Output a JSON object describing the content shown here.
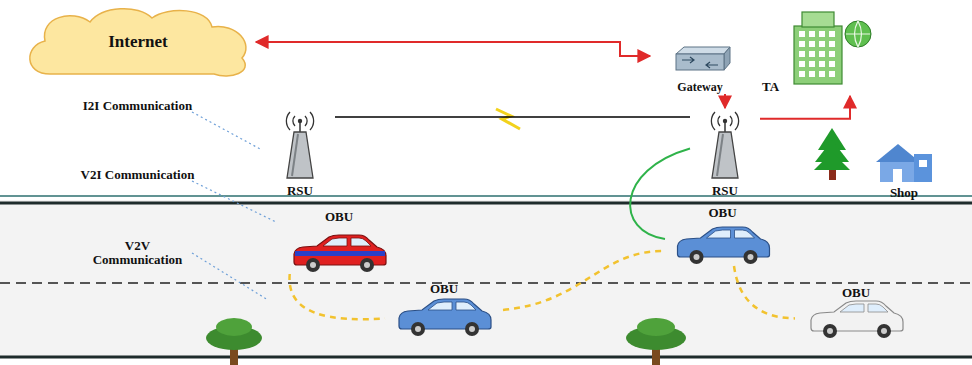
{
  "diagram": {
    "nodes": [
      {
        "text": [
          "Internet"
        ]
      },
      {
        "text": [
          "Gateway"
        ]
      },
      {
        "text": [
          "TA"
        ]
      },
      {
        "text": [
          "RSU"
        ]
      },
      {
        "text": [
          "RSU"
        ]
      },
      {
        "text": [
          "Shop"
        ]
      },
      {
        "text": [
          "OBU"
        ]
      },
      {
        "text": [
          "OBU"
        ]
      },
      {
        "text": [
          "OBU"
        ]
      },
      {
        "text": [
          "OBU"
        ]
      }
    ],
    "edges": [
      {
        "from": 0,
        "to": 1,
        "arrow": "both"
      },
      {
        "from": 1,
        "to": 4,
        "arrow": "to"
      },
      {
        "from": 4,
        "to": 2,
        "arrow": "to"
      },
      {
        "from": 3,
        "to": 4,
        "arrow": "none"
      },
      {
        "from": 4,
        "to": 7,
        "arrow": "none"
      },
      {
        "from": 6,
        "to": 8,
        "arrow": "none"
      },
      {
        "from": 8,
        "to": 7,
        "arrow": "none"
      },
      {
        "from": 7,
        "to": 9,
        "arrow": "none"
      }
    ],
    "labels": [
      "I2I Communication",
      "V2I Communication",
      "V2V Communication"
    ]
  }
}
